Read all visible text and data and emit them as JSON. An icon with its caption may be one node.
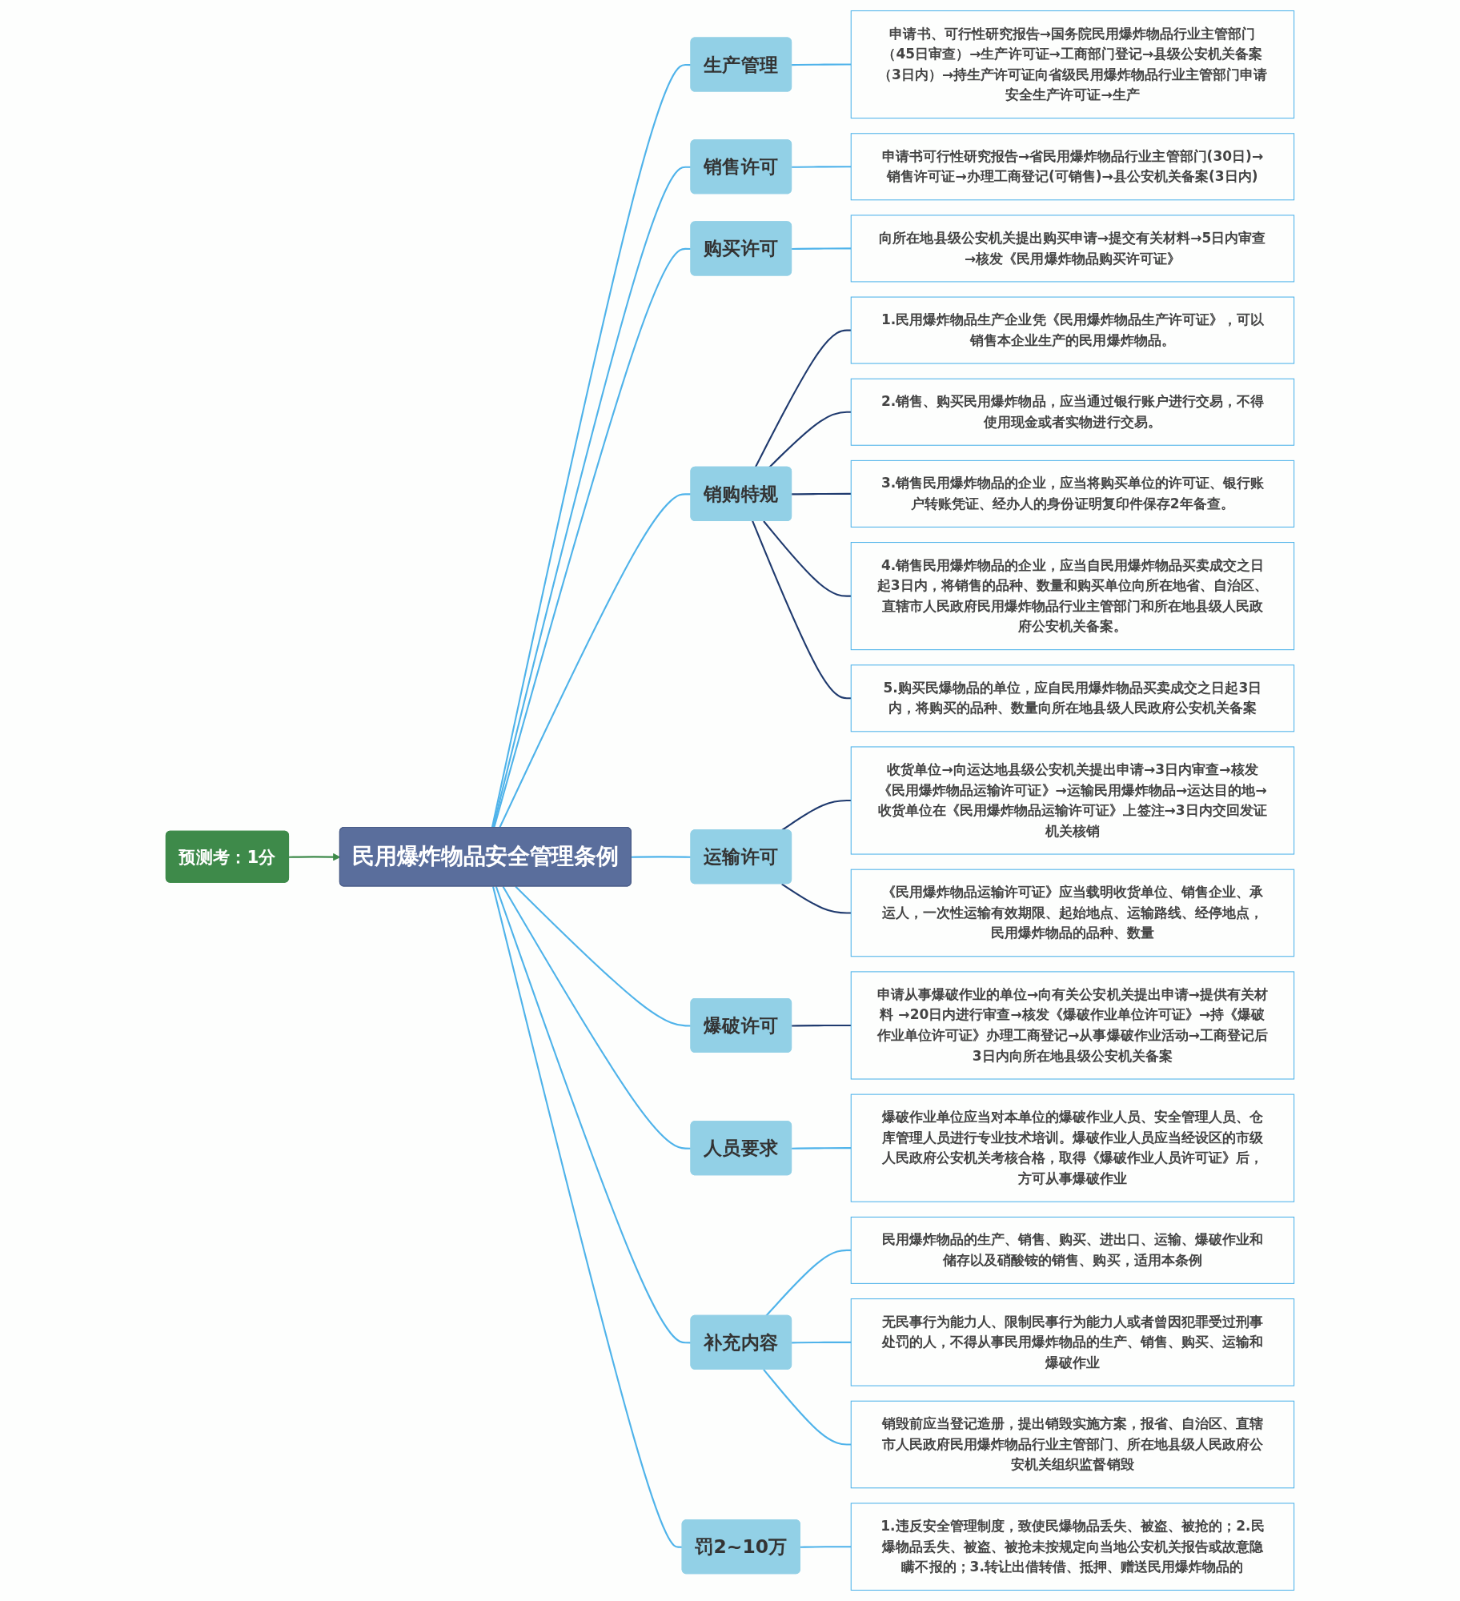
{
  "diagram": {
    "nodes": [
      {
        "text": [
          "民用爆炸物品安全管理条例"
        ]
      },
      {
        "text": [
          "预测考：1分"
        ]
      },
      {
        "text": [
          "生产管理"
        ]
      },
      {
        "text": [
          "申请书、可行性研究报告→国务院民用爆炸物品行业主管部门（45日审查）→生产许可证→工商部门登记→县级公安机关备案（3日内）→持生产许可证向省级民用爆炸物品行业主管部门申请安全生产许可证→生产"
        ]
      },
      {
        "text": [
          "销售许可"
        ]
      },
      {
        "text": [
          "申请书可行性研究报告→省民用爆炸物品行业主管部门(30日)→销售许可证→办理工商登记(可销售)→县公安机关备案(3日内)"
        ]
      },
      {
        "text": [
          "购买许可"
        ]
      },
      {
        "text": [
          "向所在地县级公安机关提出购买申请→提交有关材料→5日内审查→核发《民用爆炸物品购买许可证》"
        ]
      },
      {
        "text": [
          "销购特规"
        ]
      },
      {
        "text": [
          "1.民用爆炸物品生产企业凭《民用爆炸物品生产许可证》，可以销售本企业生产的民用爆炸物品。"
        ]
      },
      {
        "text": [
          "2.销售、购买民用爆炸物品，应当通过银行账户进行交易，不得使用现金或者实物进行交易。"
        ]
      },
      {
        "text": [
          "3.销售民用爆炸物品的企业，应当将购买单位的许可证、银行账户转账凭证、经办人的身份证明复印件保存2年备查。"
        ]
      },
      {
        "text": [
          "4.销售民用爆炸物品的企业，应当自民用爆炸物品买卖成交之日起3日内，将销售的品种、数量和购买单位向所在地省、自治区、直辖市人民政府民用爆炸物品行业主管部门和所在地县级人民政府公安机关备案。"
        ]
      },
      {
        "text": [
          "5.购买民爆物品的单位，应自民用爆炸物品买卖成交之日起3日内，将购买的品种、数量向所在地县级人民政府公安机关备案"
        ]
      },
      {
        "text": [
          "运输许可"
        ]
      },
      {
        "text": [
          "收货单位→向运达地县级公安机关提出申请→3日内审查→核发《民用爆炸物品运输许可证》→运输民用爆炸物品→运达目的地→收货单位在《民用爆炸物品运输许可证》上签注→3日内交回发证机关核销"
        ]
      },
      {
        "text": [
          "《民用爆炸物品运输许可证》应当载明收货单位、销售企业、承运人，一次性运输有效期限、起始地点、运输路线、经停地点，民用爆炸物品的品种、数量"
        ]
      },
      {
        "text": [
          "爆破许可"
        ]
      },
      {
        "text": [
          "申请从事爆破作业的单位→向有关公安机关提出申请→提供有关材料 →20日内进行审查→核发《爆破作业单位许可证》→持《爆破作业单位许可证》办理工商登记→从事爆破作业活动→工商登记后3日内向所在地县级公安机关备案"
        ]
      },
      {
        "text": [
          "人员要求"
        ]
      },
      {
        "text": [
          "爆破作业单位应当对本单位的爆破作业人员、安全管理人员、仓库管理人员进行专业技术培训。爆破作业人员应当经设区的市级人民政府公安机关考核合格，取得《爆破作业人员许可证》后，方可从事爆破作业"
        ]
      },
      {
        "text": [
          "补充内容"
        ]
      },
      {
        "text": [
          "民用爆炸物品的生产、销售、购买、进出口、运输、爆破作业和储存以及硝酸铵的销售、购买，适用本条例"
        ]
      },
      {
        "text": [
          "无民事行为能力人、限制民事行为能力人或者曾因犯罪受过刑事处罚的人，不得从事民用爆炸物品的生产、销售、购买、运输和爆破作业"
        ]
      },
      {
        "text": [
          "销毁前应当登记造册，提出销毁实施方案，报省、自治区、直辖市人民政府民用爆炸物品行业主管部门、所在地县级人民政府公安机关组织监督销毁"
        ]
      },
      {
        "text": [
          "罚2~10万"
        ]
      },
      {
        "text": [
          "1.违反安全管理制度，致使民爆物品丢失、被盗、被抢的；2.民爆物品丢失、被盗、被抢未按规定向当地公安机关报告或故意隐瞒不报的；3.转让出借转借、抵押、赠送民用爆炸物品的"
        ]
      }
    ],
    "edges": [
      {
        "from": 1,
        "to": 0,
        "arrow": "to",
        "color": "#3e8a4a"
      },
      {
        "from": 0,
        "to": 2,
        "arrow": "none"
      },
      {
        "from": 2,
        "to": 3,
        "arrow": "none"
      },
      {
        "from": 0,
        "to": 4,
        "arrow": "none"
      },
      {
        "from": 4,
        "to": 5,
        "arrow": "none"
      },
      {
        "from": 0,
        "to": 6,
        "arrow": "none"
      },
      {
        "from": 6,
        "to": 7,
        "arrow": "none"
      },
      {
        "from": 0,
        "to": 8,
        "arrow": "none"
      },
      {
        "from": 8,
        "to": 9,
        "arrow": "none",
        "color": "#1f3a6e"
      },
      {
        "from": 8,
        "to": 10,
        "arrow": "none",
        "color": "#1f3a6e"
      },
      {
        "from": 8,
        "to": 11,
        "arrow": "none",
        "color": "#1f3a6e"
      },
      {
        "from": 8,
        "to": 12,
        "arrow": "none",
        "color": "#1f3a6e"
      },
      {
        "from": 8,
        "to": 13,
        "arrow": "none",
        "color": "#1f3a6e"
      },
      {
        "from": 0,
        "to": 14,
        "arrow": "none"
      },
      {
        "from": 14,
        "to": 15,
        "arrow": "none",
        "color": "#1f3a6e"
      },
      {
        "from": 14,
        "to": 16,
        "arrow": "none",
        "color": "#1f3a6e"
      },
      {
        "from": 0,
        "to": 17,
        "arrow": "none"
      },
      {
        "from": 17,
        "to": 18,
        "arrow": "none",
        "color": "#1f3a6e"
      },
      {
        "from": 0,
        "to": 19,
        "arrow": "none"
      },
      {
        "from": 19,
        "to": 20,
        "arrow": "none"
      },
      {
        "from": 0,
        "to": 21,
        "arrow": "none"
      },
      {
        "from": 21,
        "to": 22,
        "arrow": "none"
      },
      {
        "from": 21,
        "to": 23,
        "arrow": "none"
      },
      {
        "from": 21,
        "to": 24,
        "arrow": "none"
      },
      {
        "from": 0,
        "to": 25,
        "arrow": "none"
      },
      {
        "from": 25,
        "to": 26,
        "arrow": "none"
      }
    ]
  }
}
